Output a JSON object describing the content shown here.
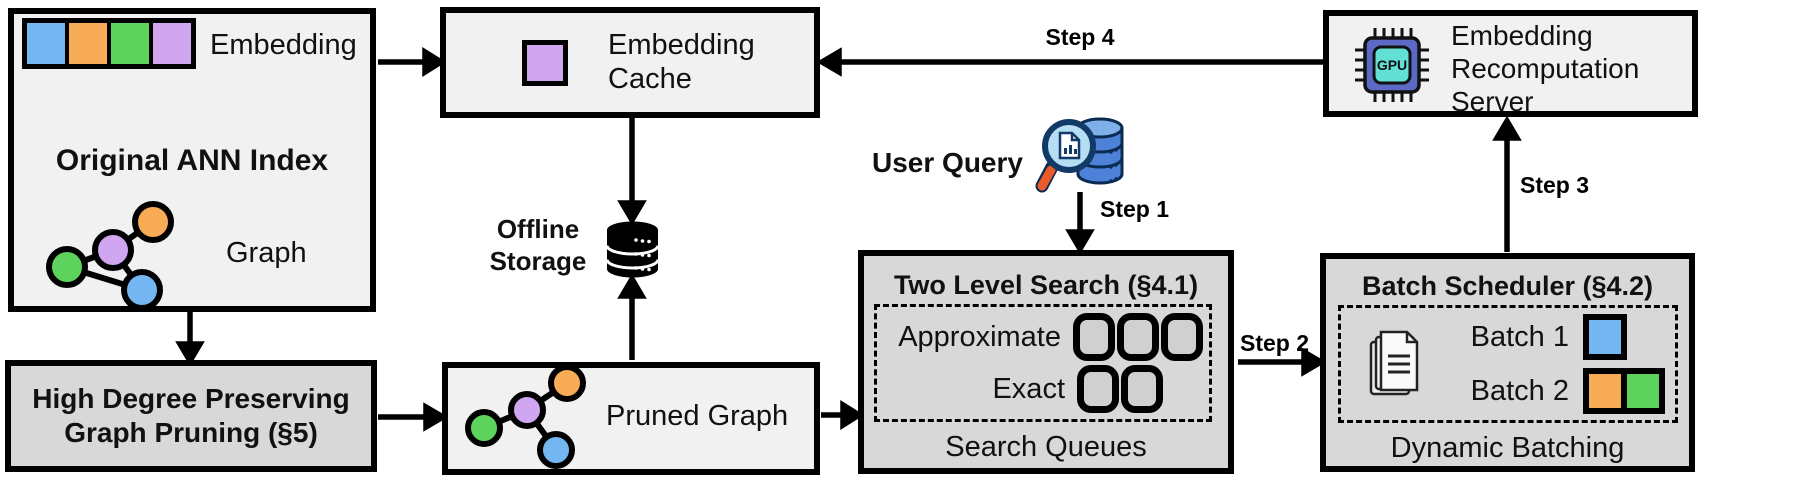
{
  "palette": {
    "blue": "#74b6f2",
    "orange": "#f7ac55",
    "green": "#5dd35d",
    "purple": "#cfa6ef",
    "box_light": "#f1f1f1",
    "box_dark": "#d8d8d8",
    "gpu_chip_body": "#5b6ac4",
    "gpu_chip_core": "#63e0d5",
    "magnifier_handle": "#ea5a2b",
    "query_db_blue": "#4d82d8"
  },
  "original_index": {
    "title": "Original ANN Index",
    "embedding_label": "Embedding",
    "graph_label": "Graph"
  },
  "pruning": {
    "title": "High Degree Preserving Graph Pruning (§5)"
  },
  "embedding_cache": {
    "label": "Embedding Cache"
  },
  "offline_storage": {
    "label": "Offline Storage"
  },
  "pruned_graph": {
    "label": "Pruned Graph"
  },
  "user_query": {
    "label": "User Query"
  },
  "two_level_search": {
    "title": "Two Level Search (§4.1)",
    "approximate_label": "Approximate",
    "exact_label": "Exact",
    "caption": "Search Queues"
  },
  "batch_scheduler": {
    "title": "Batch Scheduler (§4.2)",
    "batch1_label": "Batch 1",
    "batch2_label": "Batch 2",
    "caption": "Dynamic Batching"
  },
  "recomputation_server": {
    "label": "Embedding Recomputation Server",
    "gpu_label": "GPU"
  },
  "steps": {
    "step1": "Step 1",
    "step2": "Step 2",
    "step3": "Step 3",
    "step4": "Step 4"
  }
}
